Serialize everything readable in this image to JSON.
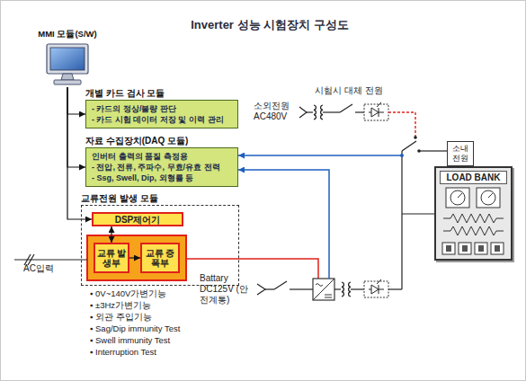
{
  "diagram": {
    "title": "Inverter 성능 시험장치 구성도",
    "nodes": [
      {
        "text": [
          "MMI 모듈(S/W)"
        ]
      },
      {
        "text": [
          "개별 카드 검사 모듈",
          "- 카드의 정상/불량 판단",
          "- 카드 시험 데이터 저장 및 이력 관리"
        ]
      },
      {
        "text": [
          "자료 수집장치(DAQ 모듈)",
          "인버터 출력의 품질 측정용",
          "- 전압, 전류, 주파수, 무효/유효 전력",
          "- Ssg, Swell, Dip, 외형률 등"
        ]
      },
      {
        "text": [
          "교류전원 발생 모듈"
        ]
      },
      {
        "text": [
          "DSP제어기"
        ],
        "in": 3
      },
      {
        "text": [
          "교류 발생부"
        ],
        "in": 3
      },
      {
        "text": [
          "교류 증폭부"
        ],
        "in": 3
      },
      {
        "text": [
          "소내 전원"
        ]
      },
      {
        "text": [
          "LOAD BANK"
        ]
      }
    ],
    "edges": [
      {
        "from": 0,
        "to": 1,
        "arrow": "to"
      },
      {
        "from": 0,
        "to": 2,
        "arrow": "to"
      },
      {
        "from": 0,
        "to": 4,
        "arrow": "to"
      },
      {
        "from": 4,
        "to": 5,
        "arrow": "both"
      },
      {
        "from": 5,
        "to": 6,
        "arrow": "to"
      }
    ],
    "labels": [
      "시험시 대체 전원",
      "소외전원 AC480V",
      "Battary DC125V (안전계통)",
      "AC입력",
      "▪ 0V~140V가변기능",
      "▪ ±3Hz가변기능",
      "▪ 외관 주입기능",
      "▪ Sag/Dip immunity Test",
      "▪ Swell immunity Test",
      "▪ Interruption Test"
    ]
  }
}
